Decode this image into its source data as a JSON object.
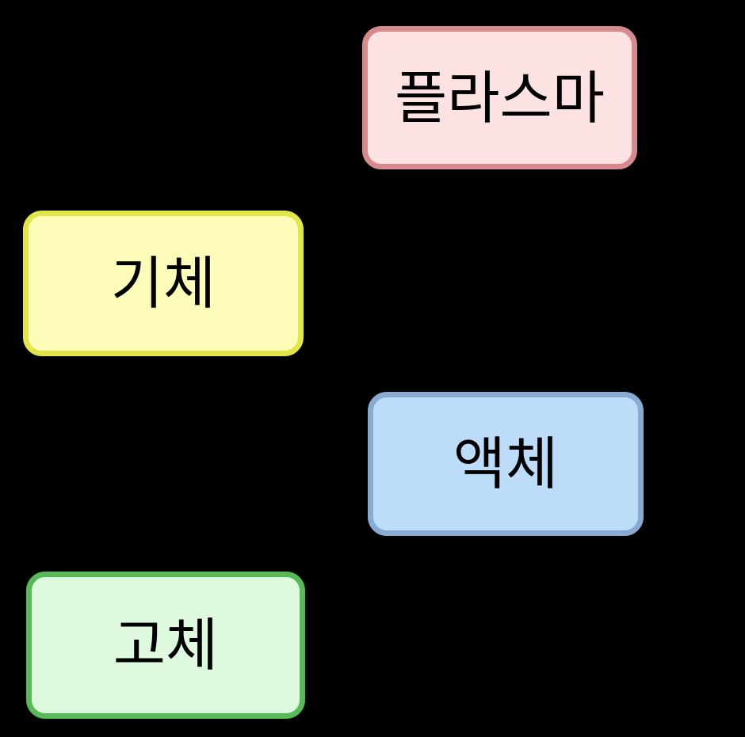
{
  "diagram": {
    "background_color": "#000000",
    "text_color": "#000000",
    "nodes": [
      {
        "id": "plasma",
        "label": "플라스마",
        "fill": "#FCE2E2",
        "border": "#D68A8E"
      },
      {
        "id": "gas",
        "label": "기체",
        "fill": "#FDFDB9",
        "border": "#E3E649"
      },
      {
        "id": "liquid",
        "label": "액체",
        "fill": "#BDDCFA",
        "border": "#88ABD1"
      },
      {
        "id": "solid",
        "label": "고체",
        "fill": "#DFF9DE",
        "border": "#56BA56"
      }
    ]
  }
}
